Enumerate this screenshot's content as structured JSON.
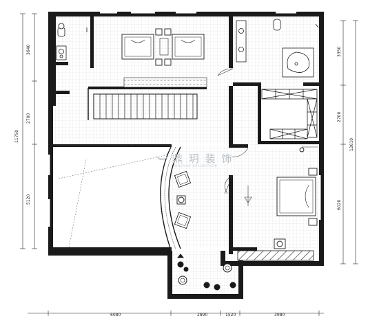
{
  "dimensions": {
    "left": [
      "3640",
      "2700",
      "5120"
    ],
    "left_total": "11750",
    "right": [
      "3350",
      "2700",
      "6020"
    ],
    "right_total": "12610",
    "bottom": [
      "6080",
      "2890",
      "1520",
      "3980"
    ]
  },
  "watermark": {
    "text": "鼎 玥 装 饰",
    "sub": "DINGYUE DECORATION"
  }
}
